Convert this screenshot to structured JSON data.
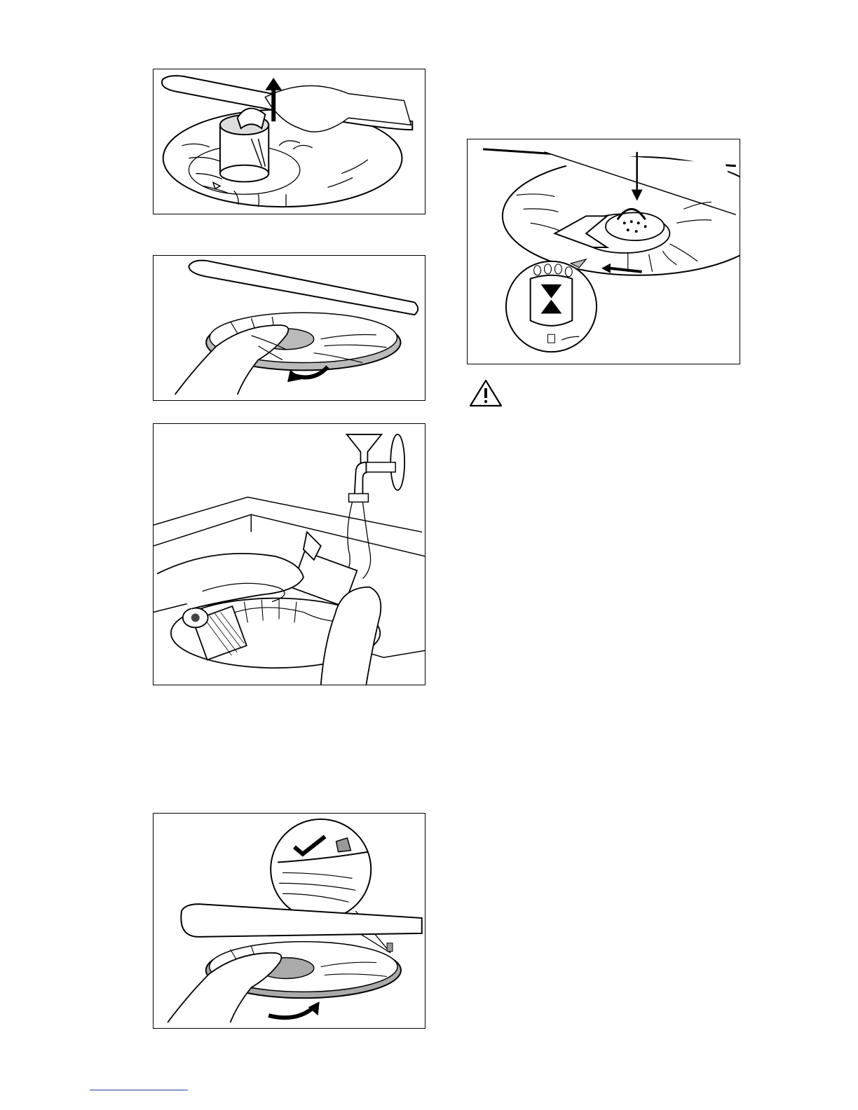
{
  "page": {
    "figures": [
      {
        "id": "fig1",
        "icon": "lift-filter-up-arrow"
      },
      {
        "id": "fig2",
        "icon": "turn-filter-ccw-arrow"
      },
      {
        "id": "fig3",
        "icon": "rinse-filter-under-tap"
      },
      {
        "id": "fig4",
        "icon": "insert-filter-down-arrow"
      },
      {
        "id": "fig5",
        "icon": "turn-filter-cw-arrow"
      }
    ],
    "warning_icon": "warning-triangle-icon",
    "footer_rule_color": "#1a3aa8"
  }
}
